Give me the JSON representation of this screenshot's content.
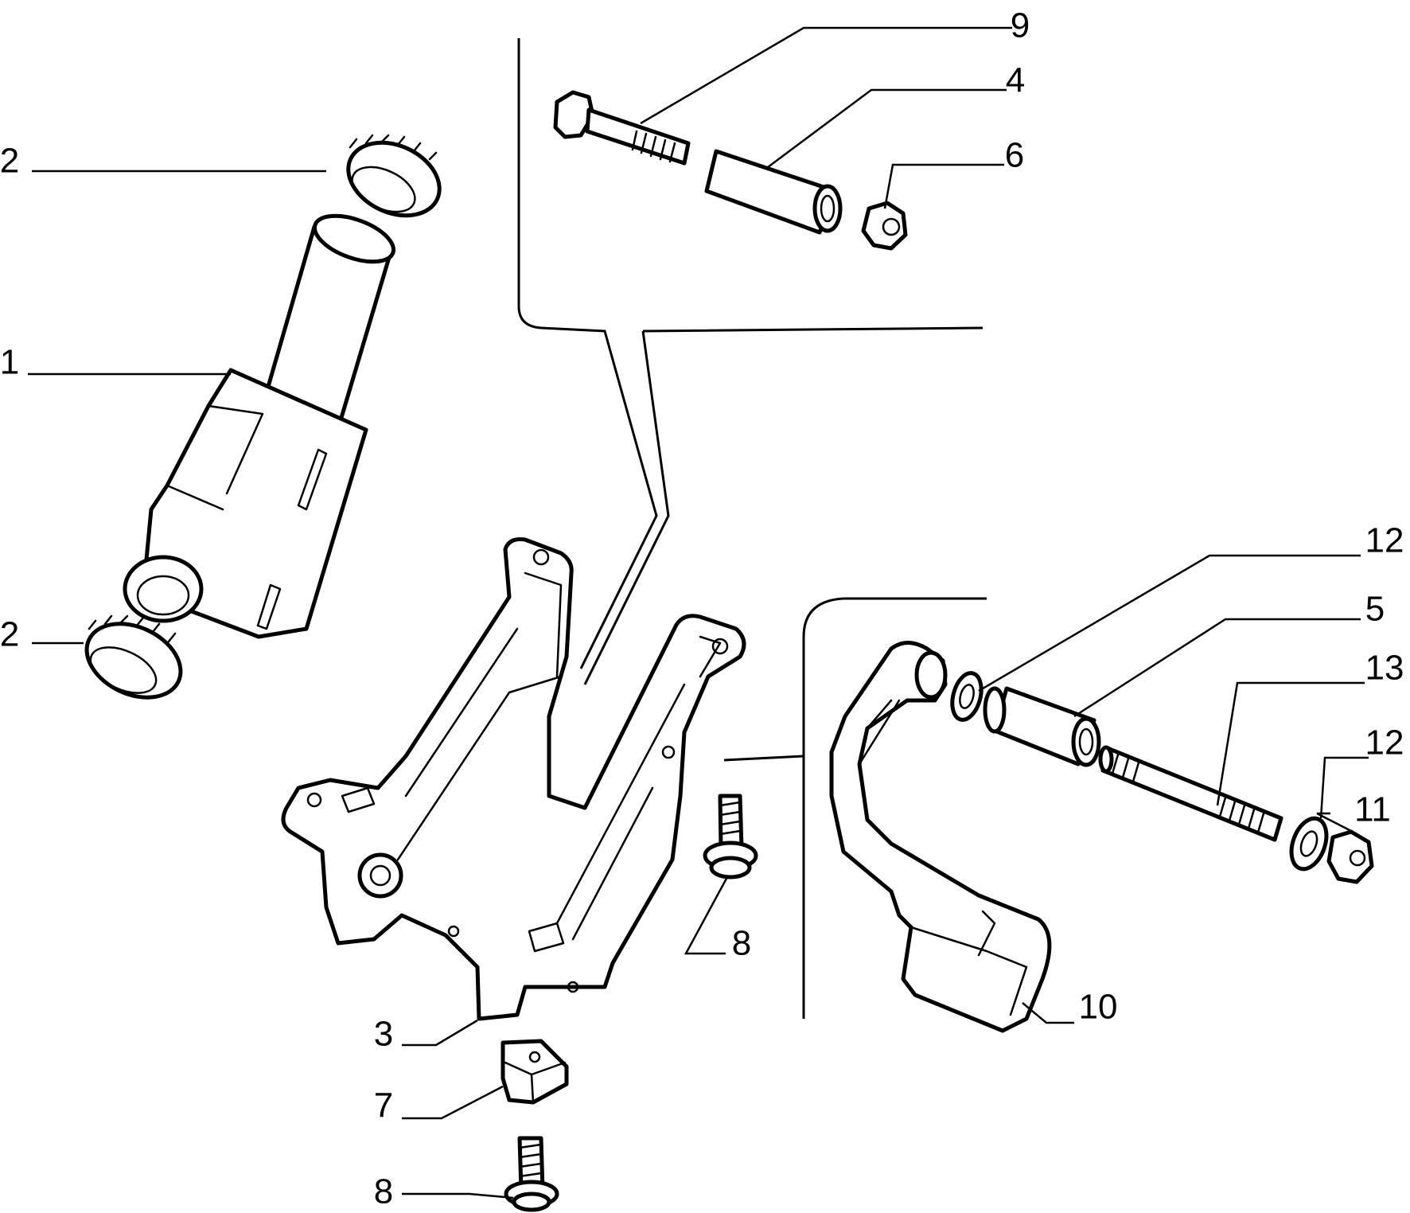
{
  "callouts": [
    {
      "id": "c9a",
      "text": "9"
    },
    {
      "id": "c4",
      "text": "4"
    },
    {
      "id": "c6",
      "text": "6"
    },
    {
      "id": "c2a",
      "text": "2"
    },
    {
      "id": "c1",
      "text": "1"
    },
    {
      "id": "c2b",
      "text": "2"
    },
    {
      "id": "c12a",
      "text": "12"
    },
    {
      "id": "c5",
      "text": "5"
    },
    {
      "id": "c13",
      "text": "13"
    },
    {
      "id": "c12b",
      "text": "12"
    },
    {
      "id": "c11",
      "text": "11"
    },
    {
      "id": "c8a",
      "text": "8"
    },
    {
      "id": "c10",
      "text": "10"
    },
    {
      "id": "c3",
      "text": "3"
    },
    {
      "id": "c7",
      "text": "7"
    },
    {
      "id": "c8b",
      "text": "8"
    }
  ]
}
